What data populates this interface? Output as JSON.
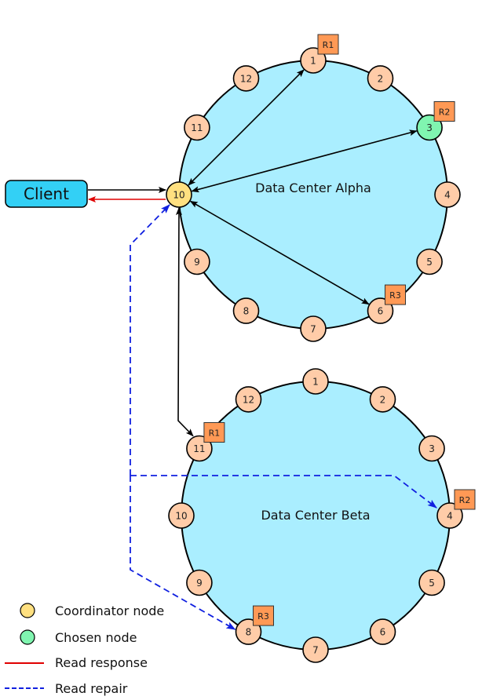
{
  "client": {
    "label": "Client",
    "color": "#33d0f5"
  },
  "colors": {
    "ring_fill": "#aaeeff",
    "node_default": "#ffcca8",
    "node_coordinator": "#ffe080",
    "node_chosen": "#80f5b0",
    "replica_tag": "#ff9955",
    "read_request": "#000000",
    "read_response": "#e00000",
    "read_repair": "#1020e0"
  },
  "datacenters": [
    {
      "name": "Data Center Alpha",
      "nodes": [
        "1",
        "2",
        "3",
        "4",
        "5",
        "6",
        "7",
        "8",
        "9",
        "10",
        "11",
        "12"
      ],
      "coordinator": "10",
      "chosen": [
        "3"
      ],
      "replicas": [
        {
          "node": "1",
          "tag": "R1"
        },
        {
          "node": "3",
          "tag": "R2"
        },
        {
          "node": "6",
          "tag": "R3"
        }
      ]
    },
    {
      "name": "Data Center Beta",
      "nodes": [
        "1",
        "2",
        "3",
        "4",
        "5",
        "6",
        "7",
        "8",
        "9",
        "10",
        "11",
        "12"
      ],
      "coordinator": null,
      "chosen": [],
      "replicas": [
        {
          "node": "11",
          "tag": "R1"
        },
        {
          "node": "4",
          "tag": "R2"
        },
        {
          "node": "8",
          "tag": "R3"
        }
      ]
    }
  ],
  "legend": [
    {
      "kind": "coordinator",
      "label": "Coordinator node"
    },
    {
      "kind": "chosen",
      "label": "Chosen node"
    },
    {
      "kind": "response",
      "label": "Read response"
    },
    {
      "kind": "repair",
      "label": "Read repair"
    }
  ]
}
